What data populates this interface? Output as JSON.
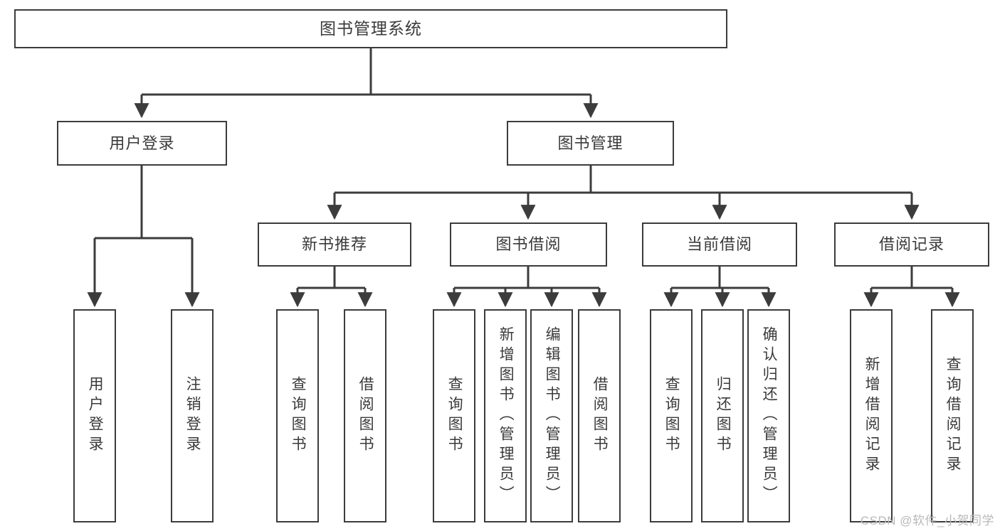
{
  "diagram": {
    "type": "tree-hierarchy",
    "title": "图书管理系统",
    "colors": {
      "stroke": "#3c3c3c",
      "text": "#3a3a3a",
      "background": "#ffffff",
      "watermark": "#b9b9b9"
    },
    "levels": {
      "root": {
        "label": "图书管理系统"
      },
      "level2": [
        {
          "label": "用户登录"
        },
        {
          "label": "图书管理"
        }
      ],
      "level3": [
        {
          "label": "新书推荐"
        },
        {
          "label": "图书借阅"
        },
        {
          "label": "当前借阅"
        },
        {
          "label": "借阅记录"
        }
      ],
      "leaves": [
        {
          "label": "用户登录",
          "parent": "用户登录"
        },
        {
          "label": "注销登录",
          "parent": "用户登录"
        },
        {
          "label": "查询图书",
          "parent": "新书推荐"
        },
        {
          "label": "借阅图书",
          "parent": "新书推荐"
        },
        {
          "label": "查询图书",
          "parent": "图书借阅"
        },
        {
          "label": "新增图书（管理员）",
          "parent": "图书借阅"
        },
        {
          "label": "编辑图书（管理员）",
          "parent": "图书借阅"
        },
        {
          "label": "借阅图书",
          "parent": "图书借阅"
        },
        {
          "label": "查询图书",
          "parent": "当前借阅"
        },
        {
          "label": "归还图书",
          "parent": "当前借阅"
        },
        {
          "label": "确认归还（管理员）",
          "parent": "当前借阅"
        },
        {
          "label": "新增借阅记录",
          "parent": "借阅记录"
        },
        {
          "label": "查询借阅记录",
          "parent": "借阅记录"
        }
      ]
    }
  },
  "watermark": {
    "text": "CSDN @软件_小贺同学"
  }
}
